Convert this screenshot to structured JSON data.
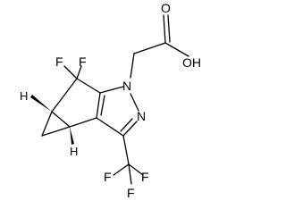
{
  "atoms": {
    "fluorine": "F",
    "hydrogen": "H",
    "nitrogen": "N",
    "acid_oxygen": "O",
    "hydroxyl": "OH"
  }
}
